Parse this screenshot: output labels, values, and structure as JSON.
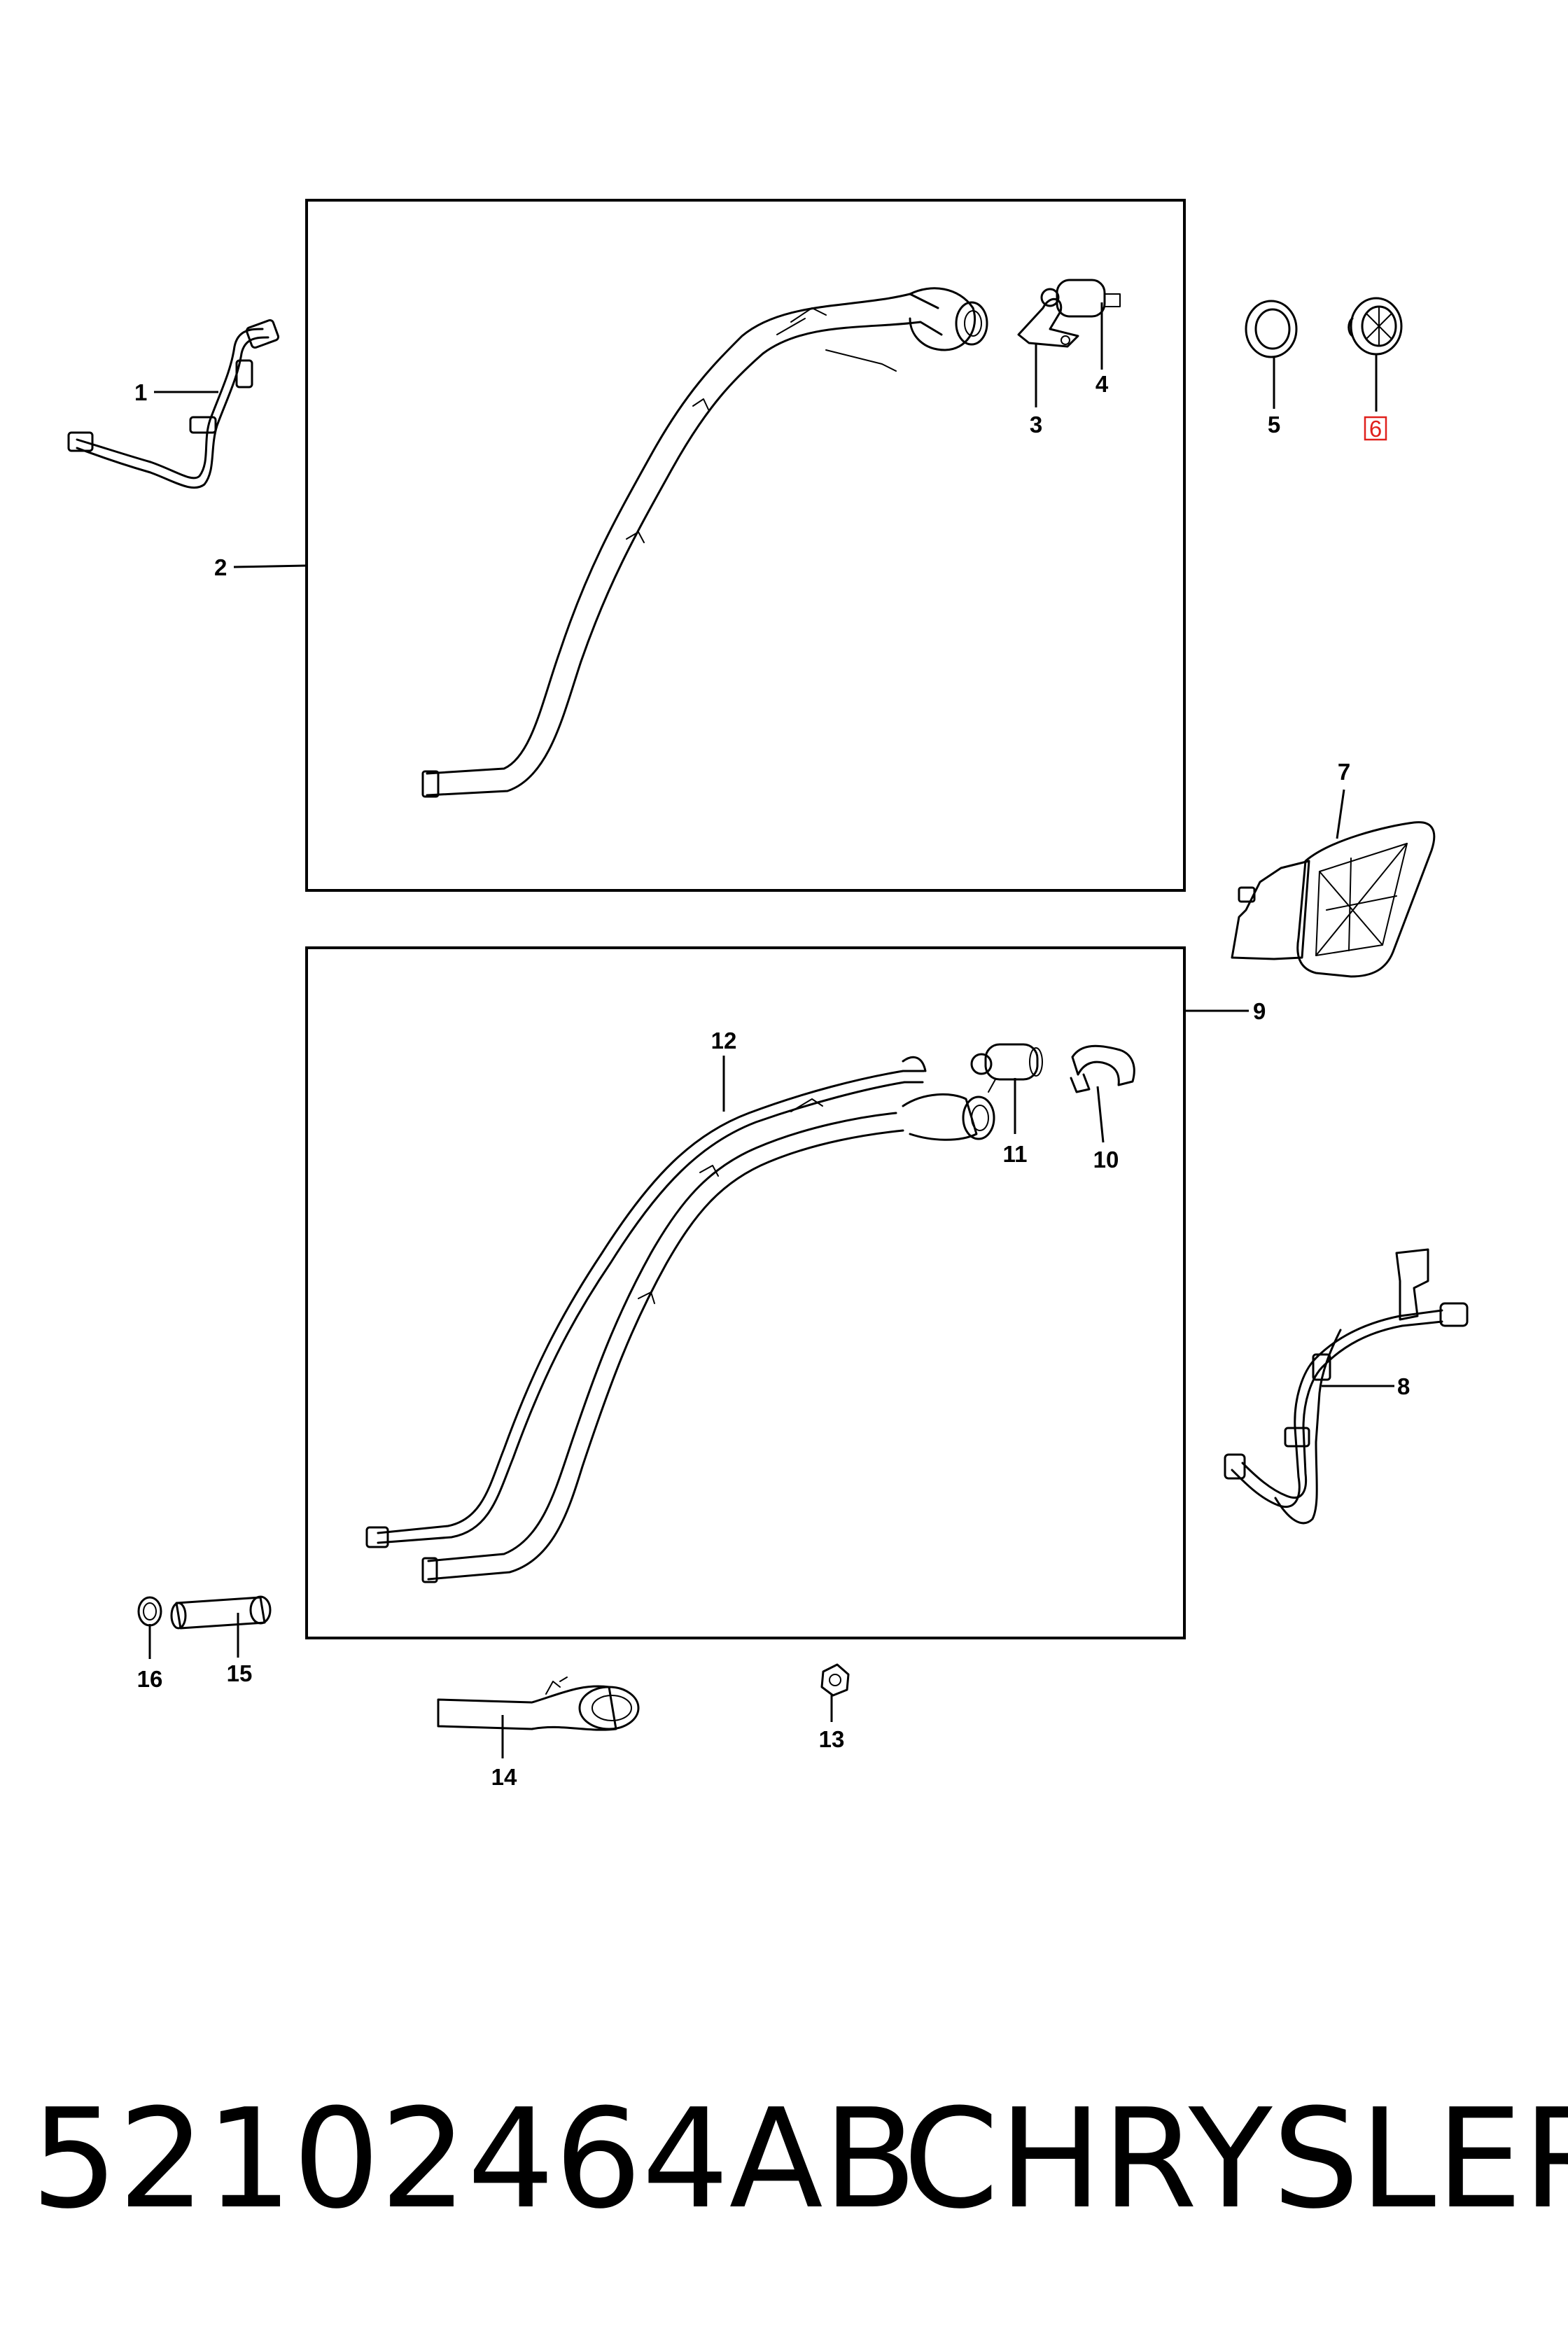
{
  "diagram": {
    "callouts": [
      "1",
      "2",
      "3",
      "4",
      "5",
      "6",
      "7",
      "8",
      "9",
      "10",
      "11",
      "12",
      "13",
      "14",
      "15",
      "16"
    ],
    "highlighted_callout": "6",
    "highlight_color": "#e0201c"
  },
  "caption": {
    "part_number": "52102464AB",
    "brand": "CHRYSLER"
  }
}
